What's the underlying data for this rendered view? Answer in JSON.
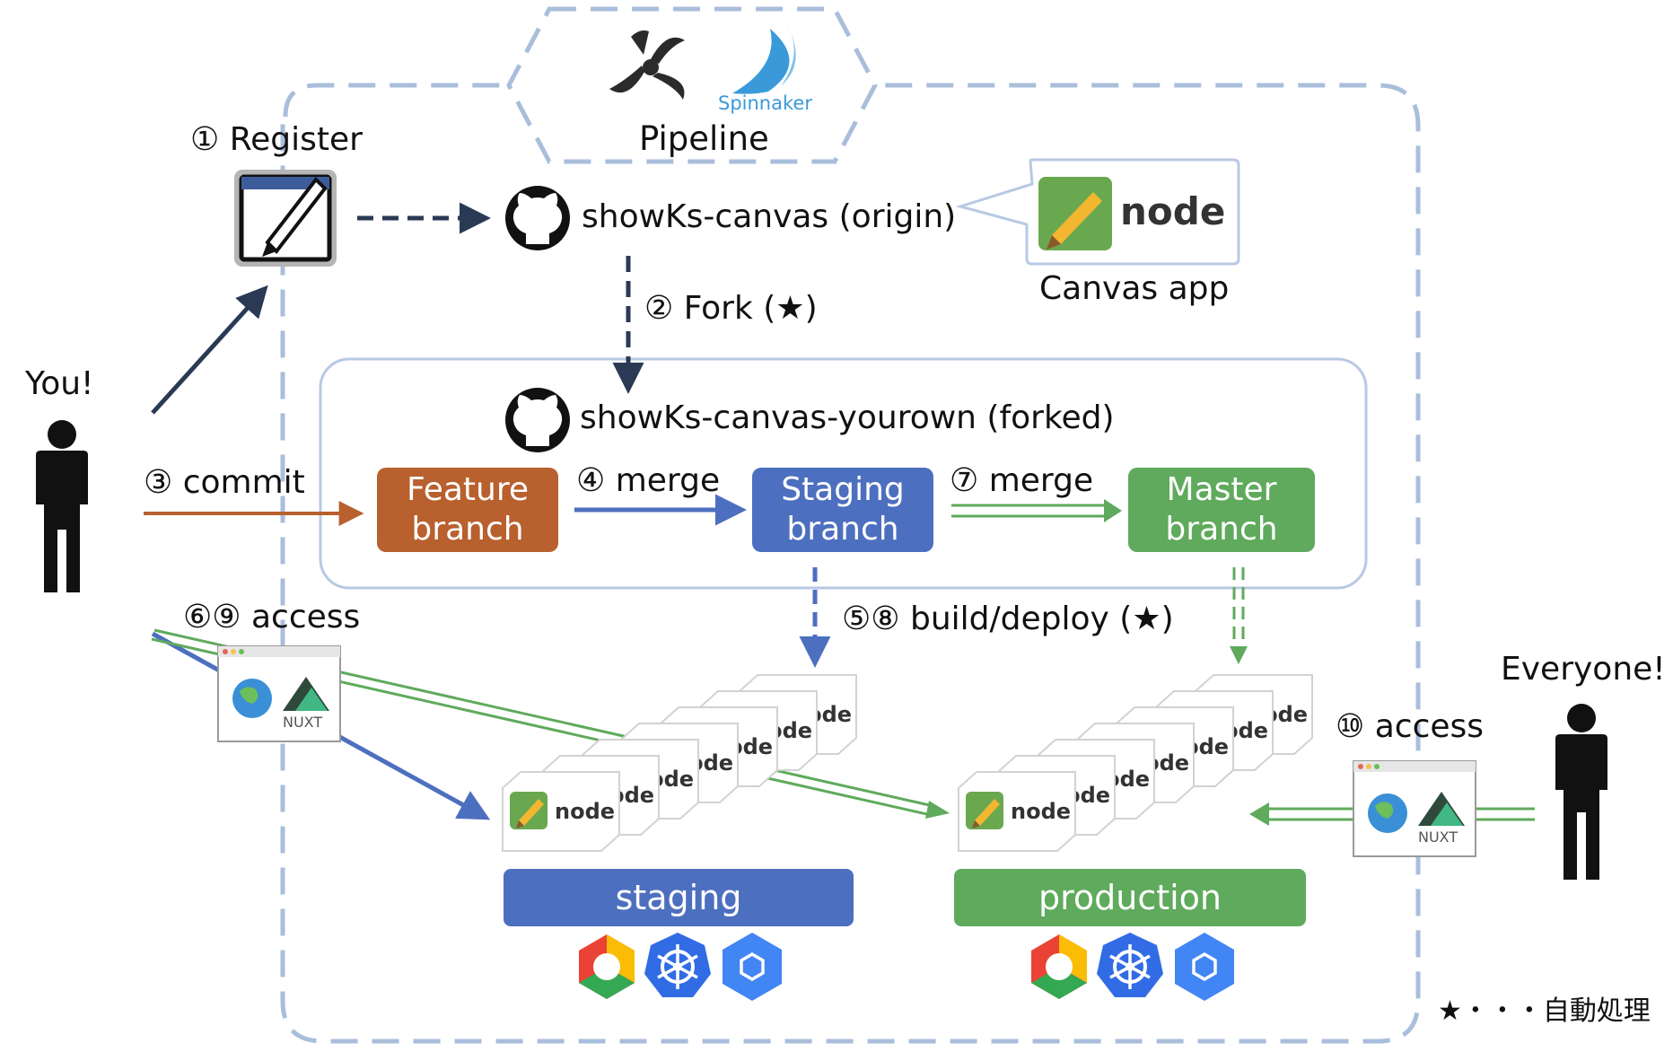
{
  "pipeline": {
    "label": "Pipeline",
    "spinnaker_text": "Spinnaker"
  },
  "steps": {
    "register": "① Register",
    "fork": "② Fork (★)",
    "commit": "③ commit",
    "merge_staging": "④ merge",
    "merge_master": "⑦ merge",
    "build_deploy": "⑤⑧ build/deploy (★)",
    "access_dev": "⑥⑨ access",
    "access_public": "⑩ access"
  },
  "actors": {
    "you": "You!",
    "everyone": "Everyone!"
  },
  "repos": {
    "origin": "showKs-canvas (origin)",
    "forked": "showKs-canvas-yourown (forked)"
  },
  "canvas_app": {
    "label": "Canvas app",
    "node_text": "node"
  },
  "branches": {
    "feature": [
      "Feature",
      "branch"
    ],
    "staging": [
      "Staging",
      "branch"
    ],
    "master": [
      "Master",
      "branch"
    ]
  },
  "environments": {
    "staging": "staging",
    "production": "production"
  },
  "browser": {
    "nuxt_text": "NUXT"
  },
  "legend": "★・・・自動処理",
  "colors": {
    "feature": "#b8602e",
    "staging": "#4d6fbf",
    "master": "#5faa5c",
    "dashed_frame": "#a9bedb",
    "dark_arrow": "#2a3a55"
  }
}
